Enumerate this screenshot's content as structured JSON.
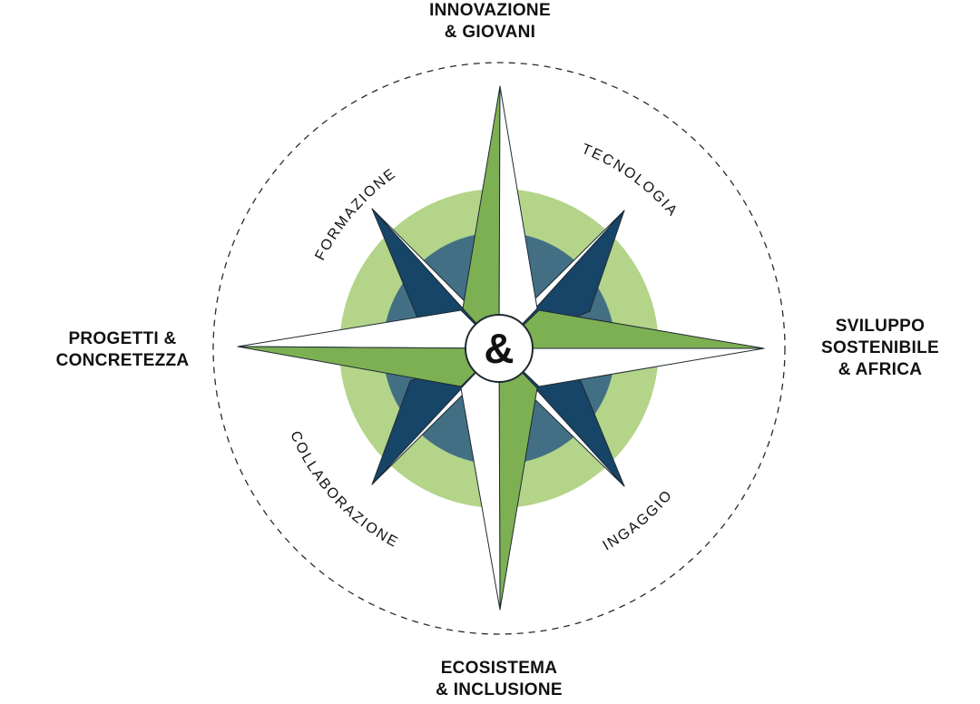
{
  "cardinal": {
    "north": {
      "line1": "INNOVAZIONE",
      "line2": "& GIOVANI"
    },
    "east": {
      "line1": "SVILUPPO",
      "line2": "SOSTENIBILE",
      "line3": "& AFRICA"
    },
    "south": {
      "line1": "ECOSISTEMA",
      "line2": "& INCLUSIONE"
    },
    "west": {
      "line1": "PROGETTI &",
      "line2": "CONCRETEZZA"
    }
  },
  "arc_labels": {
    "formazione": "FORMAZIONE",
    "tecnologia": "TECNOLOGIA",
    "collaborazione": "COLLABORAZIONE",
    "ingaggio": "INGAGGIO"
  },
  "logo": {
    "glyph": "&"
  },
  "colors": {
    "green": "#7db053",
    "light_green": "#b3d489",
    "navy": "#174567",
    "slate": "#436f85",
    "outline": "#1e2a33"
  }
}
